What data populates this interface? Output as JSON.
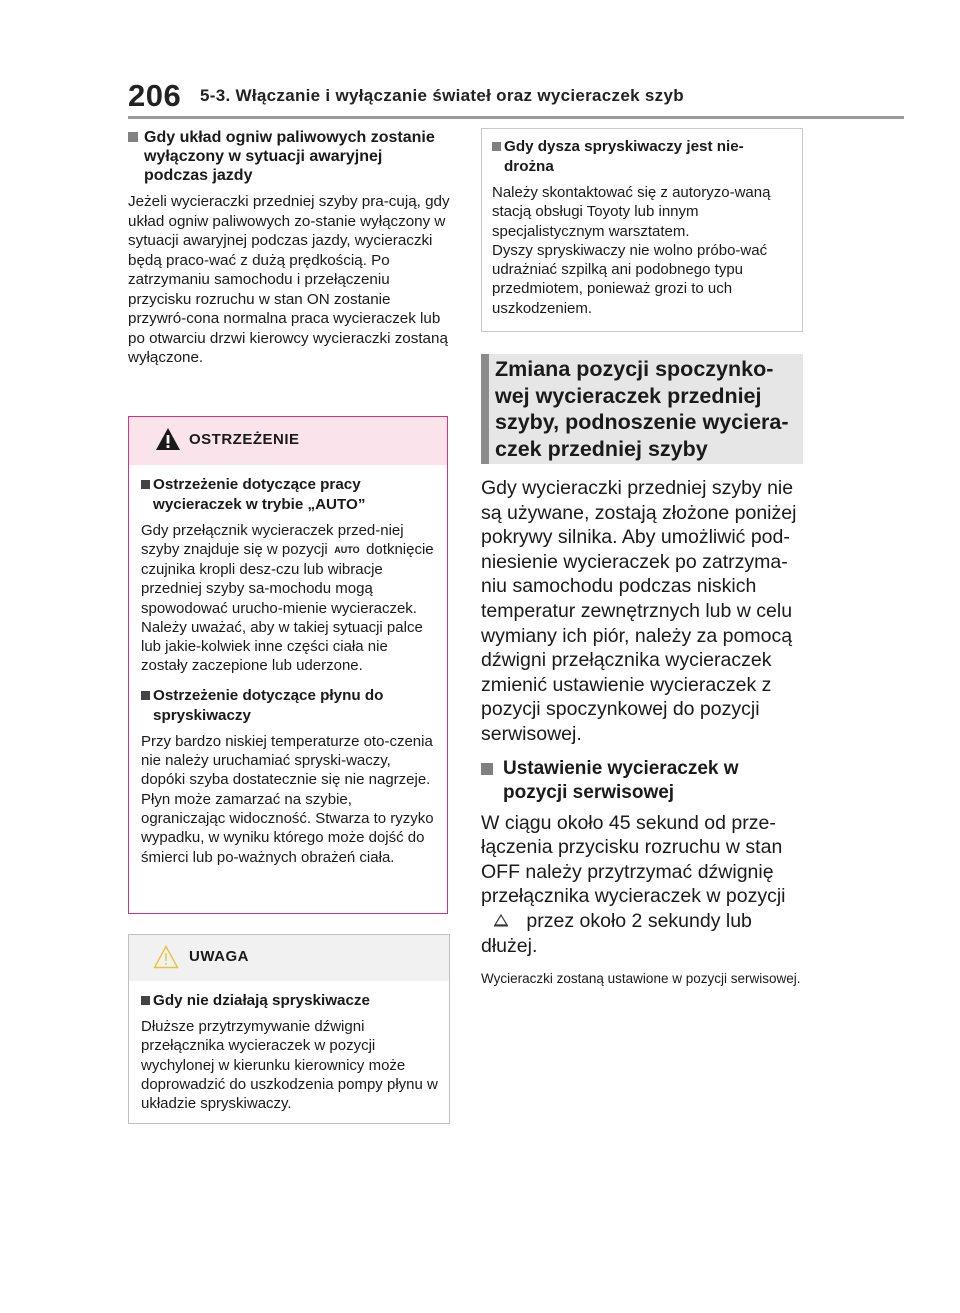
{
  "header": {
    "page_number": "206",
    "section_title": "5-3. Włączanie i wyłączanie świateł oraz wycieraczek szyb"
  },
  "left": {
    "heading": "Gdy układ ogniw paliwowych zostanie wyłączony w sytuacji awaryjnej podczas jazdy",
    "body": "Jeżeli wycieraczki przedniej szyby pra-cują, gdy układ ogniw paliwowych zo-stanie wyłączony w sytuacji awaryjnej podczas jazdy, wycieraczki będą praco-wać z dużą prędkością. Po zatrzymaniu samochodu i przełączeniu przycisku rozruchu w stan ON zostanie przywró-cona normalna praca wycieraczek lub po otwarciu drzwi kierowcy wycieraczki zostaną wyłączone."
  },
  "warning": {
    "label": "OSTRZEŻENIE",
    "item1_heading": "Ostrzeżenie dotyczące pracy wycieraczek w trybie „AUTO”",
    "item1_body_before": "Gdy przełącznik wycieraczek przed-niej szyby znajduje się w pozycji",
    "auto_icon_text": "AUTO",
    "item1_body_after": "dotknięcie czujnika kropli desz-czu lub wibracje przedniej szyby sa-mochodu mogą spowodować urucho-mienie wycieraczek. Należy uważać, aby w takiej sytuacji palce lub jakie-kolwiek inne części ciała nie zostały zaczepione lub uderzone.",
    "item2_heading": "Ostrzeżenie dotyczące płynu do spryskiwaczy",
    "item2_body": "Przy bardzo niskiej temperaturze oto-czenia nie należy uruchamiać spryski-waczy, dopóki szyba dostatecznie się nie nagrzeje. Płyn może zamarzać na szybie, ograniczając widoczność. Stwarza to ryzyko wypadku, w wyniku którego może dojść do śmierci lub po-ważnych obrażeń ciała."
  },
  "notice": {
    "label": "UWAGA",
    "heading": "Gdy nie działają spryskiwacze",
    "body": "Dłuższe przytrzymywanie dźwigni przełącznika wycieraczek w pozycji wychylonej w kierunku kierownicy może doprowadzić do uszkodzenia pompy płynu w układzie spryskiwaczy."
  },
  "info": {
    "heading": "Gdy dysza spryskiwaczy jest nie-drożna",
    "body1": "Należy skontaktować się z autoryzo-waną stacją obsługi Toyoty lub innym specjalistycznym warsztatem.",
    "body2": "Dyszy spryskiwaczy nie wolno próbo-wać udrażniać szpilką ani podobnego typu przedmiotem, ponieważ grozi to uch uszkodzeniem."
  },
  "topic": {
    "title": "Zmiana pozycji spoczynko-wej wycieraczek przedniej szyby, podnoszenie wyciera-czek przedniej szyby"
  },
  "right": {
    "intro": "Gdy wycieraczki przedniej szyby nie są używane, zostają złożone poniżej pokrywy silnika. Aby umożliwić pod-niesienie wycieraczek po zatrzyma-niu samochodu podczas niskich temperatur zewnętrznych lub w celu wymiany ich piór, należy za pomocą dźwigni przełącznika wycieraczek zmienić ustawienie wycieraczek z pozycji spoczynkowej do pozycji serwisowej.",
    "sub_heading": "Ustawienie wycieraczek w pozycji serwisowej",
    "step_before": "W ciągu około 45 sekund od prze-łączenia przycisku rozruchu w stan OFF należy przytrzymać dźwignię przełącznika wycieraczek w pozycji",
    "step_after": "przez około 2 sekundy lub dłużej.",
    "result": "Wycieraczki zostaną ustawione w pozycji serwisowej."
  },
  "colors": {
    "warning_border": "#d4347a",
    "warning_header_bg": "#fbe3ec",
    "heading_bar": "#8c8c8c",
    "heading_bg": "#e6e6e6"
  }
}
